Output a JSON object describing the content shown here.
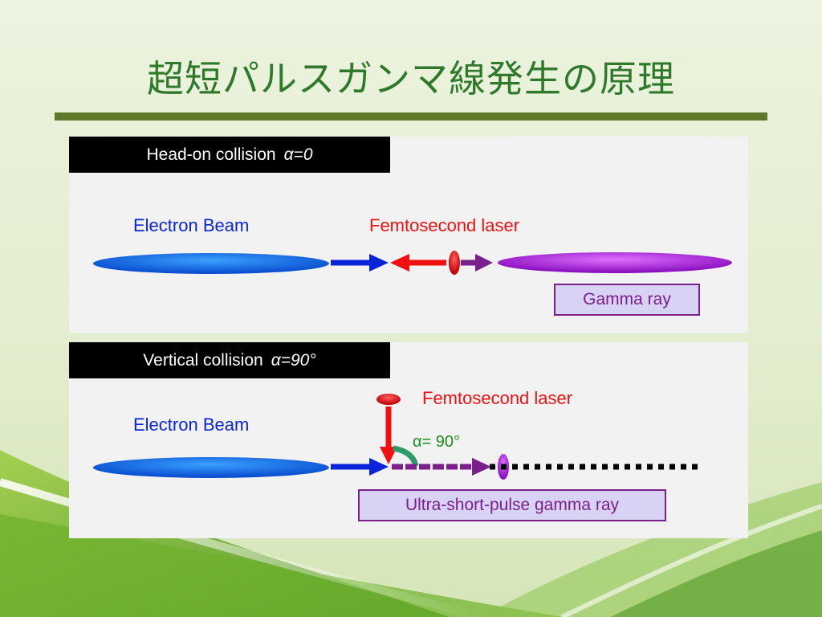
{
  "title": "超短パルスガンマ線発生の原理",
  "panel_head_on": {
    "heading": "Head-on collision",
    "angle": "α=0",
    "electron_label": "Electron Beam",
    "laser_label": "Femtosecond laser",
    "gamma_label": "Gamma ray"
  },
  "panel_vertical": {
    "heading": "Vertical collision",
    "angle": "α=90°",
    "electron_label": "Electron Beam",
    "laser_label": "Femtosecond laser",
    "angle_annotation": "α= 90°",
    "gamma_label": "Ultra-short-pulse gamma ray"
  },
  "colors": {
    "title": "#2f7a2a",
    "electron": "#0a25d8",
    "laser": "#f01010",
    "gamma": "#7a1f8c",
    "angle_arc": "#2e9a6a"
  }
}
